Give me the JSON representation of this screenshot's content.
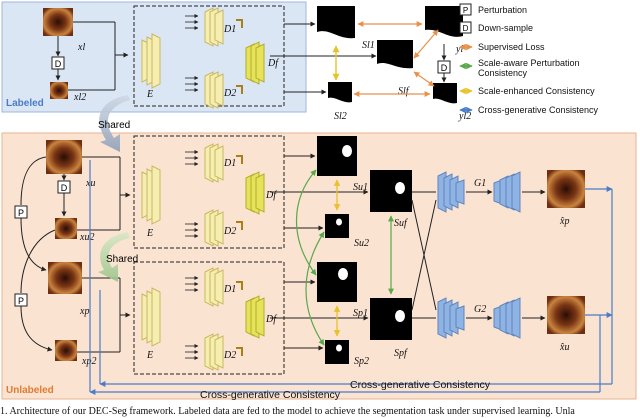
{
  "legend": {
    "perturbation": {
      "key": "P",
      "label": "Perturbation"
    },
    "downsample": {
      "key": "D",
      "label": "Down-sample"
    },
    "supervised": "Supervised Loss",
    "scale_aware_1": "Scale-aware Perturbation",
    "scale_aware_2": "Consistency",
    "scale_enhanced": "Scale-enhanced Consistency",
    "cross_generative": "Cross-generative Consistency"
  },
  "sections": {
    "labeled": "Labeled",
    "unlabeled": "Unlabeled"
  },
  "shared_top": "Shared",
  "shared_mid": "Shared",
  "symbols": {
    "E": "E",
    "D1": "D1",
    "D2": "D2",
    "Df": "Df",
    "P": "P",
    "D": "D",
    "G1": "G1",
    "G2": "G2"
  },
  "labels": {
    "xl": "xl",
    "xl2": "xl2",
    "yl": "yl",
    "yl2": "yl2",
    "Sl1": "Sl1",
    "Slf": "Slf",
    "Sl2": "Sl2",
    "xu": "xu",
    "xu2": "xu2",
    "xp": "xp",
    "xp2": "xp2",
    "Su1": "Su1",
    "Su2": "Su2",
    "Suf": "Suf",
    "Sp1": "Sp1",
    "Sp2": "Sp2",
    "Spf": "Spf",
    "xhat_p": "x̂p",
    "xhat_u": "x̂u"
  },
  "bottom_label_1": "Cross-generative Consistency",
  "bottom_label_2": "Cross-generative Consistency",
  "caption": "1.   Architecture of our DEC-Seg framework. Labeled data are fed to the model to achieve the segmentation task under supervised learning. Unla",
  "colors": {
    "labeled_bg": "#dbe6f5",
    "unlabeled_bg": "#fbe3d2",
    "supervised": "#e8914a",
    "scale_aware": "#5aa84a",
    "scale_enhanced": "#e8c228",
    "cross_generative": "#4a7cc8",
    "decoder_fill": "#f5eeb0",
    "decoder_f_fill": "#e6e35a",
    "generator_fill": "#8fb3e3"
  }
}
